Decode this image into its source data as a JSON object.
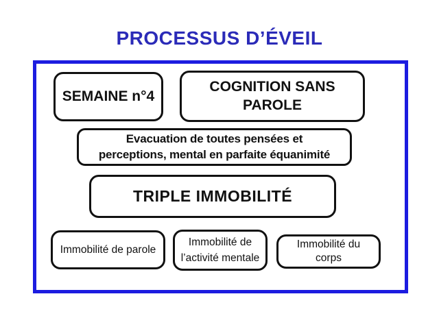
{
  "page": {
    "title": "PROCESSUS D’ÉVEIL"
  },
  "diagram": {
    "colors": {
      "title_blue": "#2b2bb8",
      "frame_blue": "#1c1ce0",
      "box_border": "#111111",
      "background": "#ffffff"
    },
    "boxes": {
      "semaine": {
        "label": "SEMAINE n°4"
      },
      "cognition": {
        "line1": "COGNITION SANS",
        "line2": "PAROLE"
      },
      "evacuation": {
        "line1": "Evacuation de toutes pensées et",
        "line2": "perceptions, mental en parfaite équanimité"
      },
      "triple": {
        "label": "TRIPLE IMMOBILITÉ"
      },
      "parole": {
        "label": "Immobilité de parole"
      },
      "mentale": {
        "line1": "Immobilité de",
        "line2": "l’activité mentale"
      },
      "corps": {
        "line1": "Immobilité du",
        "line2": "corps"
      }
    }
  }
}
